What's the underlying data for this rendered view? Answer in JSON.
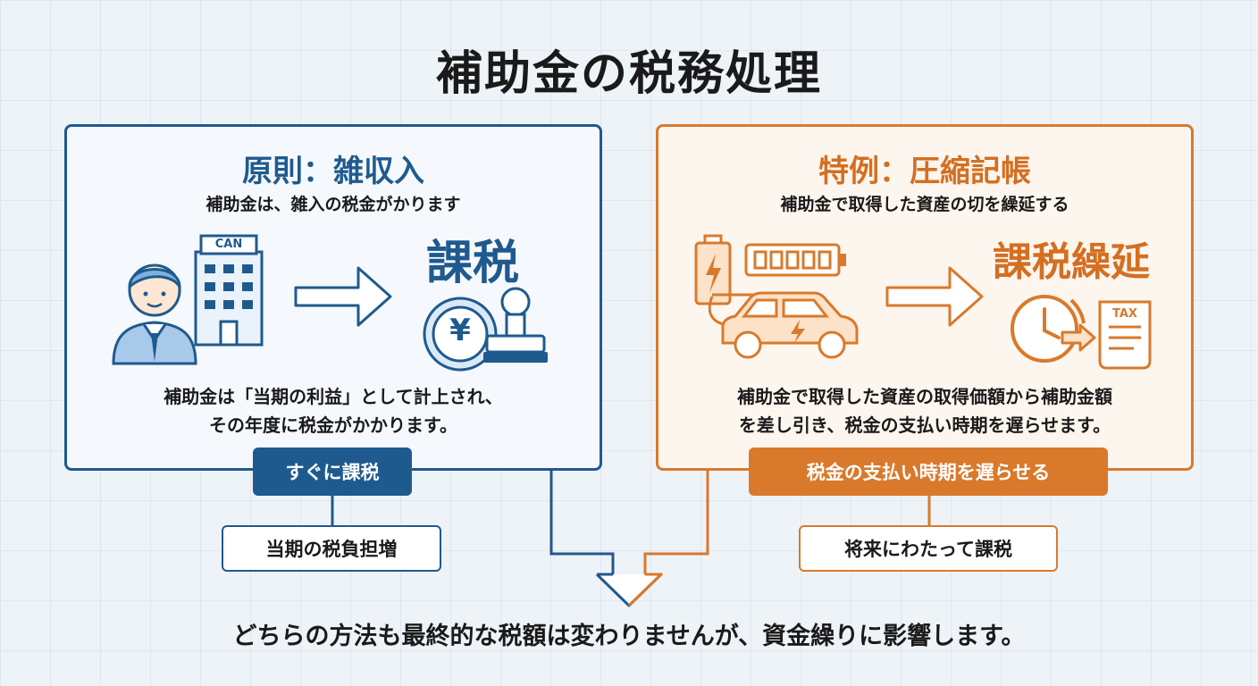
{
  "title": "補助金の税務処理",
  "colors": {
    "blue": "#1f5a8f",
    "orange": "#d9792c",
    "background": "#eef3f8"
  },
  "left": {
    "heading": "原則：雑収入",
    "subheading": "補助金は、雑入の税金がかります",
    "building_sign": "CAN",
    "big_word": "課税",
    "yen_symbol": "¥",
    "description": [
      "補助金は「当期の利益」として計上され、",
      "その年度に税金がかかります。"
    ],
    "badge": "すぐに課税",
    "result": "当期の税負担増",
    "icons": [
      "businessman-icon",
      "office-building-icon",
      "arrow-right-icon",
      "yen-coin-icon",
      "stamp-icon"
    ]
  },
  "right": {
    "heading": "特例：圧縮記帳",
    "subheading": "補助金で取得した資産の切を繰延する",
    "big_word": "課税繰延",
    "doc_label": "TAX",
    "description": [
      "補助金で取得した資産の取得価額から補助金額",
      "を差し引き、税金の支払い時期を遅らせます。"
    ],
    "badge": "税金の支払い時期を遅らせる",
    "result": "将来にわたって課税",
    "icons": [
      "battery-icon",
      "charger-icon",
      "electric-car-icon",
      "arrow-right-icon",
      "clock-icon",
      "tax-document-icon"
    ]
  },
  "footer": "どちらの方法も最終的な税額は変わりませんが、資金繰りに影響します。"
}
